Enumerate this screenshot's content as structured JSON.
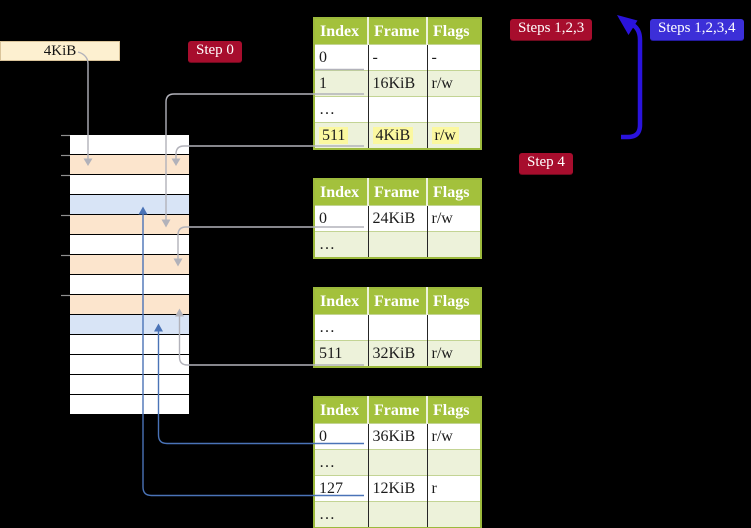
{
  "palette": {
    "crimson": "#a70d2d",
    "indigo_badge": "#3c2fd8",
    "arrow_blue_thick": "#2a13dc",
    "steel_blue": "#4a73b7",
    "gray_line": "#b2b2ba",
    "header_green": "#a3c13c",
    "border_green": "#9cb93c",
    "row_green": "#edf2da",
    "row_sep": "#c3d494",
    "peach": "#fce5cd",
    "light_blue": "#d8e4f6",
    "cream": "#fdf0d0",
    "highlight_yellow": "#fbf8a0"
  },
  "memory_label": {
    "text": "4KiB"
  },
  "badges": {
    "step0": "Step 0",
    "steps123": "Steps 1,2,3",
    "steps1234": "Steps 1,2,3,4",
    "step4": "Step 4"
  },
  "memory_strip": {
    "rows": [
      "plain",
      "peach",
      "plain",
      "blue",
      "peach",
      "plain",
      "peach",
      "plain",
      "peach",
      "blue",
      "plain",
      "plain",
      "plain",
      "plain"
    ]
  },
  "page_tables": [
    {
      "name": "table-1",
      "columns": [
        "Index",
        "Frame",
        "Flags"
      ],
      "rows": [
        {
          "index": "0",
          "frame": "-",
          "flags": "-",
          "link": "gray"
        },
        {
          "index": "1",
          "frame": "16KiB",
          "flags": "r/w",
          "link": "gray"
        },
        {
          "index": "…",
          "frame": "",
          "flags": ""
        },
        {
          "index": "511",
          "frame": "4KiB",
          "flags": "r/w",
          "link": "gray",
          "highlight": true
        }
      ]
    },
    {
      "name": "table-2",
      "columns": [
        "Index",
        "Frame",
        "Flags"
      ],
      "rows": [
        {
          "index": "0",
          "frame": "24KiB",
          "flags": "r/w",
          "link": "gray"
        },
        {
          "index": "…",
          "frame": "",
          "flags": ""
        }
      ]
    },
    {
      "name": "table-3",
      "columns": [
        "Index",
        "Frame",
        "Flags"
      ],
      "rows": [
        {
          "index": "…",
          "frame": "",
          "flags": ""
        },
        {
          "index": "511",
          "frame": "32KiB",
          "flags": "r/w",
          "link": "gray"
        }
      ]
    },
    {
      "name": "table-4",
      "columns": [
        "Index",
        "Frame",
        "Flags"
      ],
      "rows": [
        {
          "index": "0",
          "frame": "36KiB",
          "flags": "r/w",
          "link": "blue"
        },
        {
          "index": "…",
          "frame": "",
          "flags": ""
        },
        {
          "index": "127",
          "frame": "12KiB",
          "flags": "r",
          "link": "blue"
        },
        {
          "index": "…",
          "frame": "",
          "flags": ""
        }
      ]
    }
  ]
}
